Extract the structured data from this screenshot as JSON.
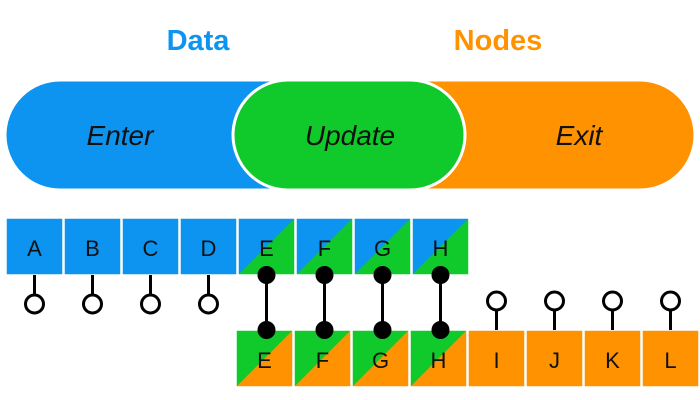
{
  "titles": {
    "data": "Data",
    "nodes": "Nodes"
  },
  "selections": {
    "enter": "Enter",
    "update": "Update",
    "exit": "Exit"
  },
  "data_items": [
    "A",
    "B",
    "C",
    "D",
    "E",
    "F",
    "G",
    "H"
  ],
  "node_items": [
    "E",
    "F",
    "G",
    "H",
    "I",
    "J",
    "K",
    "L"
  ],
  "colors": {
    "data": "#0c94f0",
    "nodes": "#ff9200",
    "update": "#10c92a",
    "stroke": "#ffffff",
    "connector": "#000000"
  }
}
